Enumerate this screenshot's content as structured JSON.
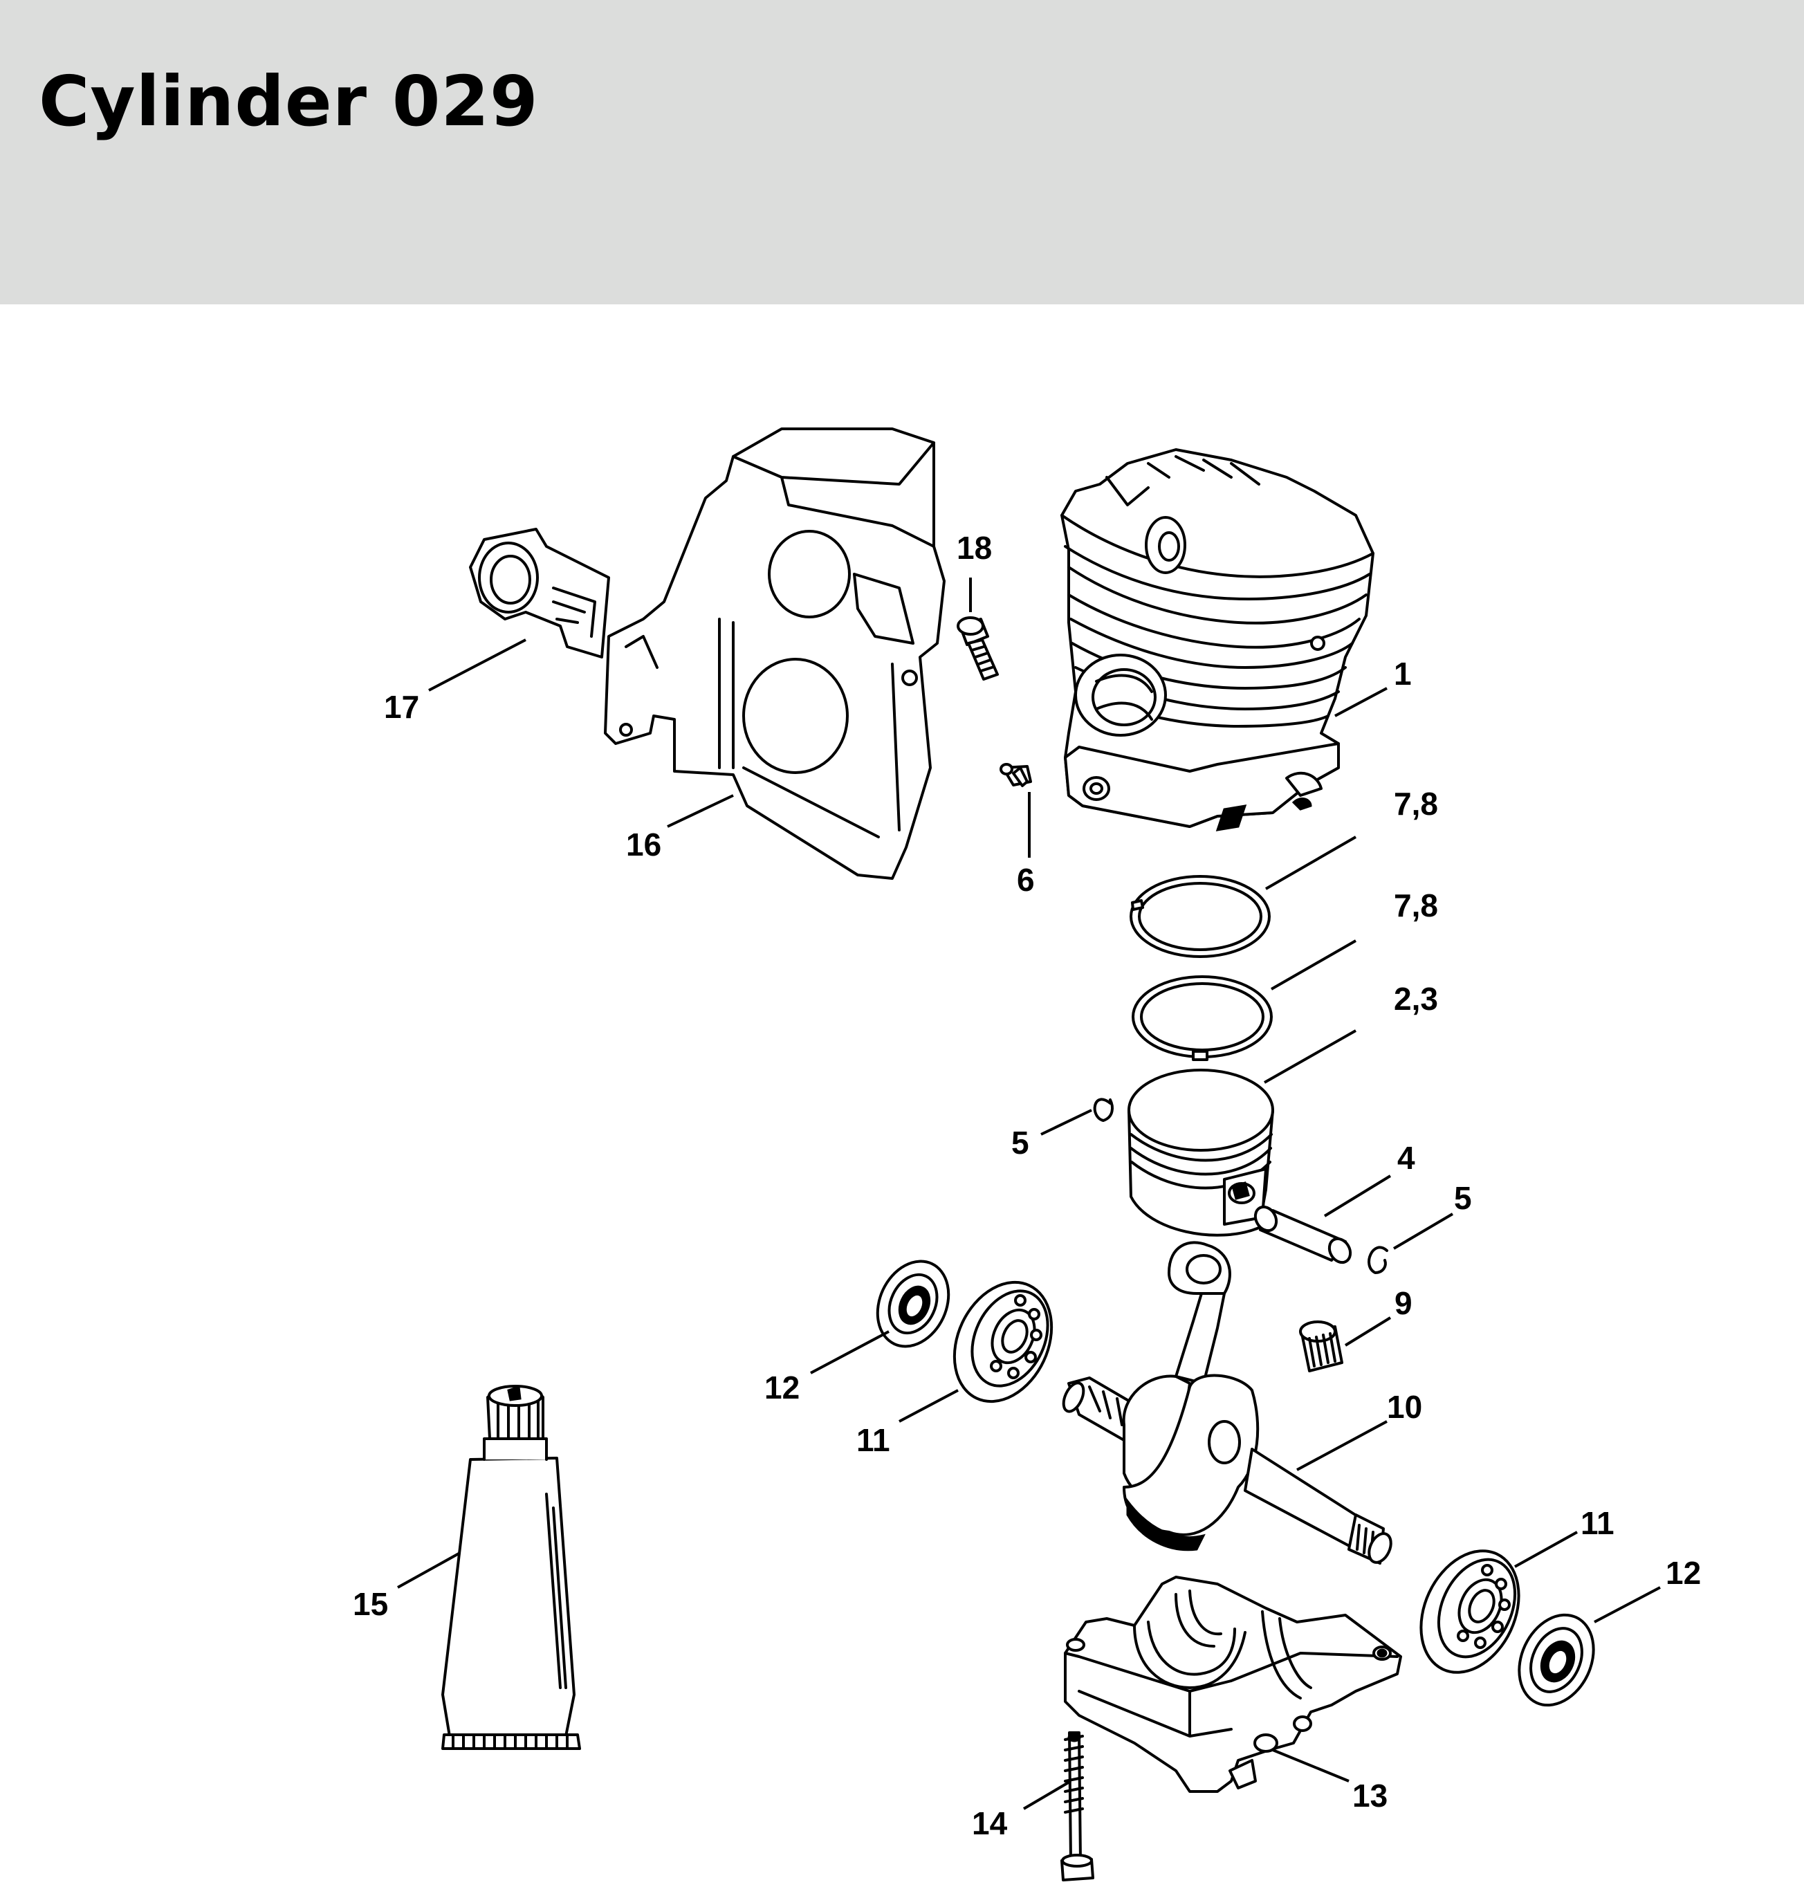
{
  "header": {
    "title": "Cylinder 029",
    "background": "#dcdddc"
  },
  "callouts": {
    "c1": "1",
    "c78a": "7,8",
    "c78b": "7,8",
    "c23": "2,3",
    "c4": "4",
    "c5a": "5",
    "c5b": "5",
    "c6": "6",
    "c9": "9",
    "c10": "10",
    "c11a": "11",
    "c11b": "11",
    "c12a": "12",
    "c12b": "12",
    "c13": "13",
    "c14": "14",
    "c15": "15",
    "c16": "16",
    "c17": "17",
    "c18": "18"
  }
}
